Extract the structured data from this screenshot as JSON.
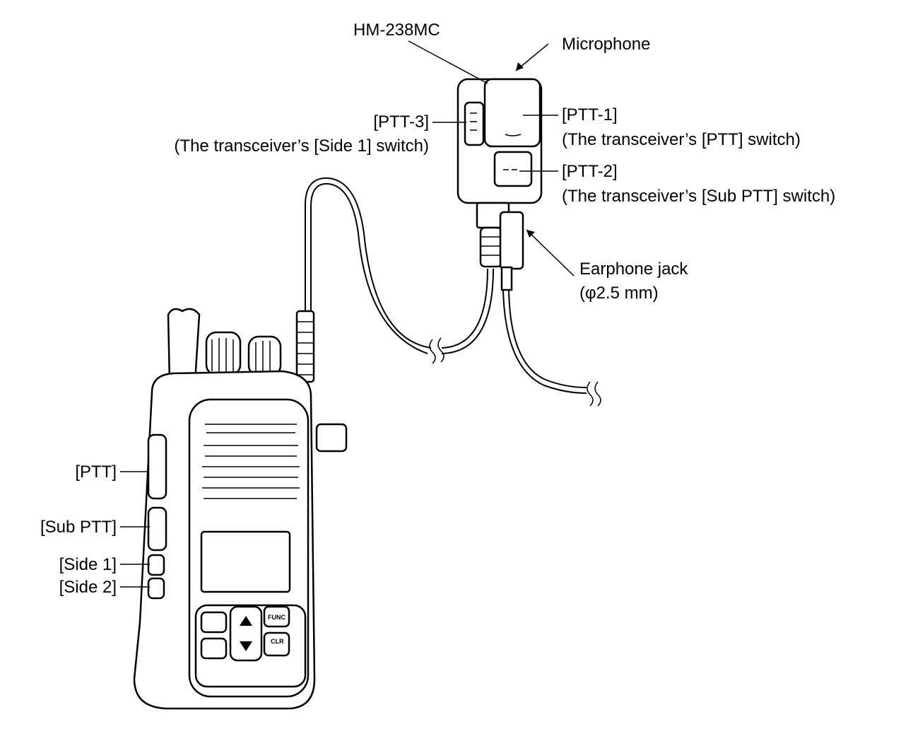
{
  "labels": {
    "model": "HM-238MC",
    "microphone": "Microphone",
    "ptt3": "[PTT-3]",
    "ptt3_desc": "(The transceiver’s [Side 1] switch)",
    "ptt1": "[PTT-1]",
    "ptt1_desc": "(The transceiver’s [PTT] switch)",
    "ptt2": "[PTT-2]",
    "ptt2_desc": "(The transceiver’s [Sub PTT] switch)",
    "earphone": "Earphone jack",
    "earphone_size": "(φ2.5 mm)",
    "ptt": "[PTT]",
    "sub_ptt": "[Sub PTT]",
    "side1": "[Side 1]",
    "side2": "[Side 2]"
  },
  "keypad": {
    "func": "FUNC",
    "clr": "CLR"
  }
}
